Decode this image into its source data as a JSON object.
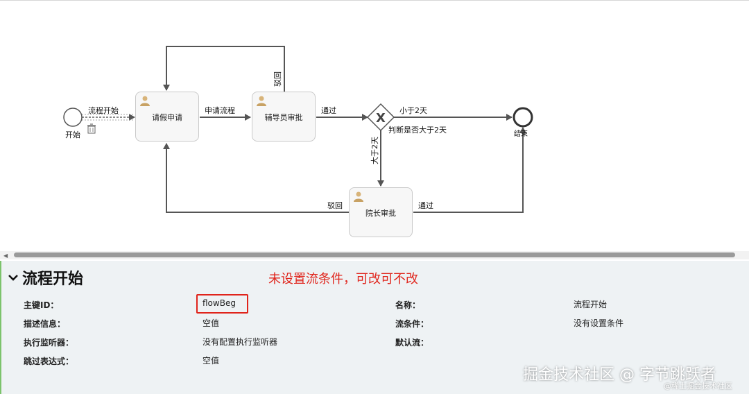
{
  "diagram": {
    "start_label": "开始",
    "end_label": "结束",
    "tasks": {
      "leave_request": "请假申请",
      "counselor_approve": "辅导员审批",
      "dean_approve": "院长审批"
    },
    "gateway_label": "判断是否大于2天",
    "gateway_symbol": "X",
    "flows": {
      "process_start": "流程开始",
      "apply_flow": "申请流程",
      "pass_1": "通过",
      "reject_1": "驳回",
      "less_2_days": "小于2天",
      "more_2_days": "大于2天",
      "reject_2": "驳回",
      "pass_2": "通过"
    }
  },
  "panel": {
    "title": "流程开始",
    "annotation": "未设置流条件，可改可不改",
    "props": {
      "id_key": "主键ID：",
      "id_val": "flowBeg",
      "name_key": "名称：",
      "name_val": "流程开始",
      "desc_key": "描述信息：",
      "desc_val": "空值",
      "cond_key": "流条件：",
      "cond_val": "没有设置条件",
      "listener_key": "执行监听器：",
      "listener_val": "没有配置执行监听器",
      "default_key": "默认流：",
      "skip_key": "跳过表达式：",
      "skip_val": "空值"
    }
  },
  "watermark": {
    "main": "掘金技术社区 @ 字节跳跃者",
    "sub": "@稀土掘金技术社区"
  },
  "colors": {
    "annotation": "#e0241b",
    "panel_bg": "#eef2f4",
    "accent_border": "#7cc36c",
    "flow_line": "#555555"
  }
}
